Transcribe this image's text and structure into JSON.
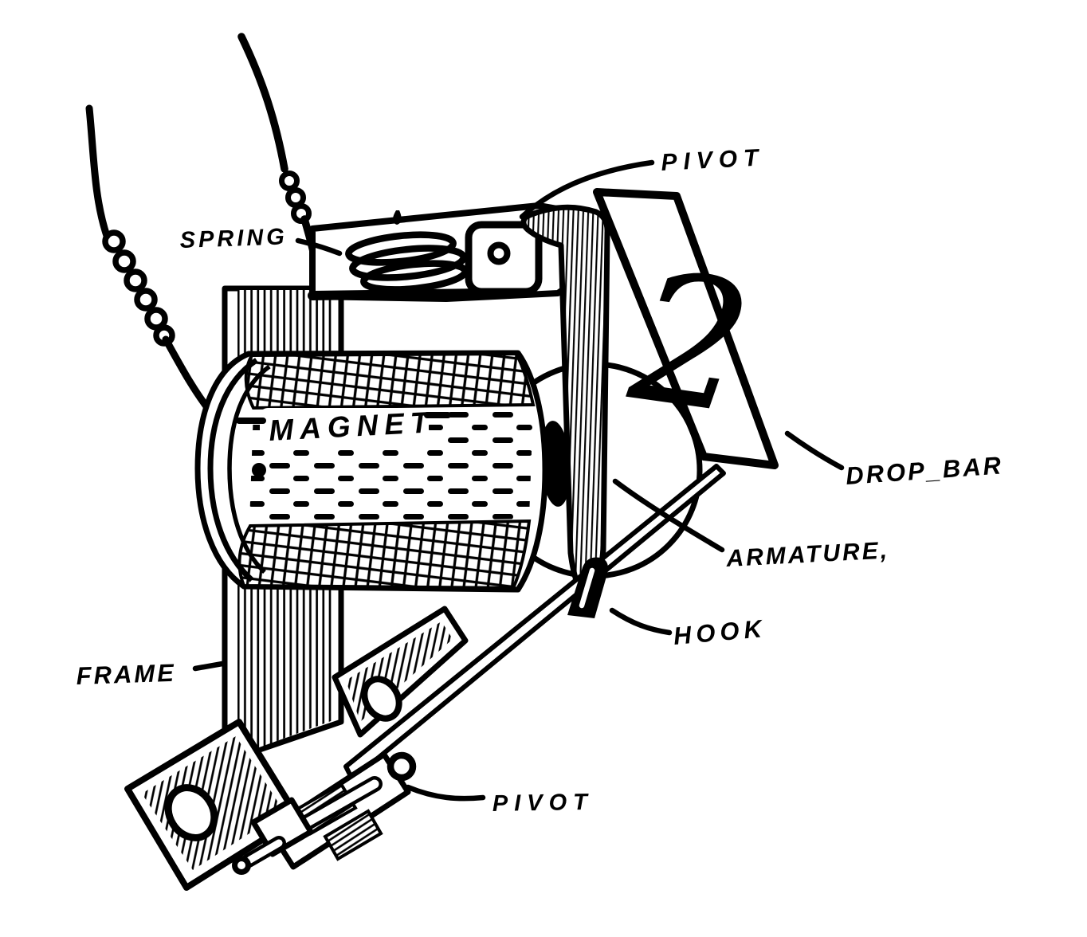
{
  "canvas": {
    "background": "#ffffff",
    "ink": "#000000"
  },
  "labels": {
    "pivot_top": "PIVOT",
    "spring": "SPRING",
    "magnet": "MAGNET",
    "drop_bar": "DROP_BAR",
    "armature": "ARMATURE,",
    "hook": "HOOK",
    "frame": "FRAME",
    "pivot_bottom": "PIVOT",
    "drop_bar_number": "2"
  }
}
